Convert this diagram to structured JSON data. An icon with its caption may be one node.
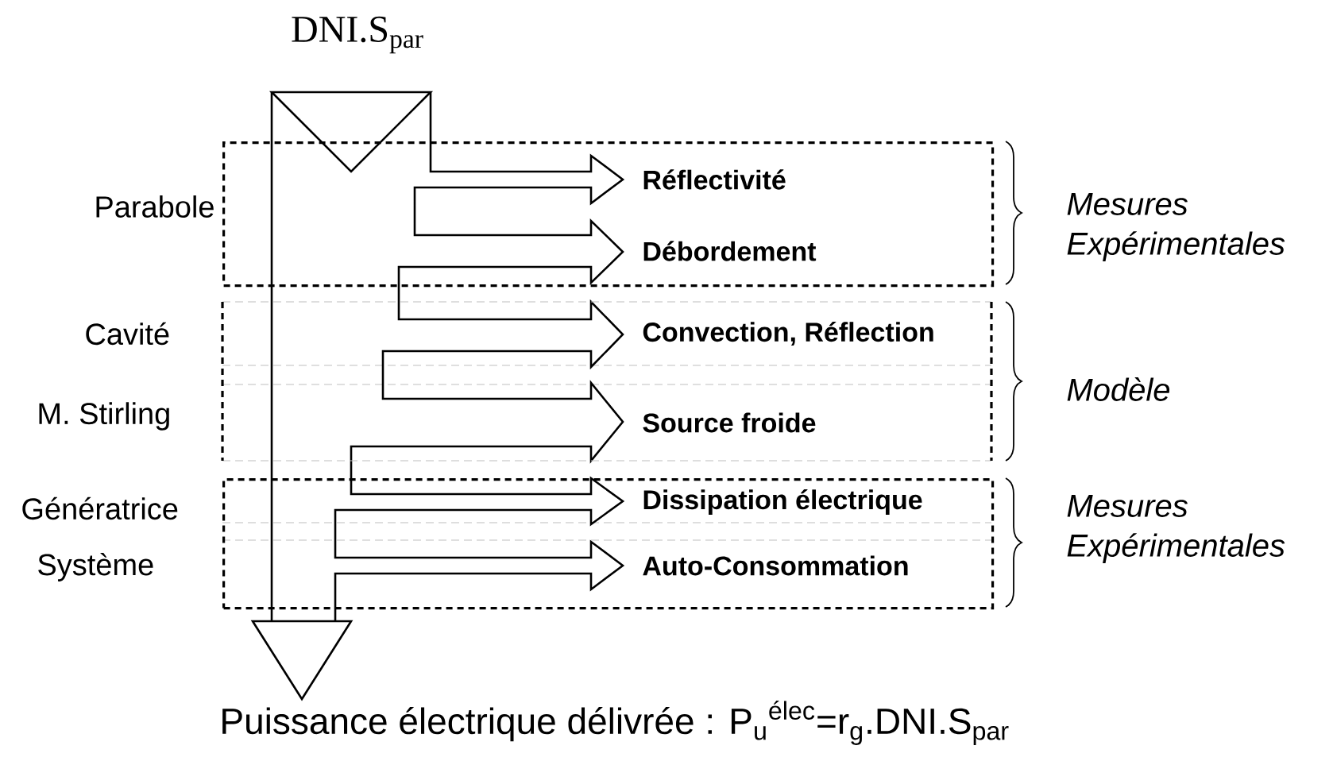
{
  "diagram": {
    "nodes": [
      {
        "text": [
          "Réflectivité",
          "Débordement"
        ],
        "beside": [
          "Parabole",
          "Mesures Expérimentales"
        ]
      },
      {
        "text": [
          "Convection, Réflection",
          "Source froide"
        ],
        "beside": [
          "Cavité",
          "M. Stirling",
          "Modèle"
        ]
      },
      {
        "text": [
          "Dissipation électrique",
          "Auto-Consommation"
        ],
        "beside": [
          "Génératrice",
          "Système",
          "Mesures Expérimentales"
        ]
      }
    ],
    "labels": [
      "DNI.S$_{par}$"
    ],
    "caption": "Puissance électrique délivrée : P$_{u}$$^{élec}$=r$_{g}$.DNI.S$_{par}$"
  }
}
